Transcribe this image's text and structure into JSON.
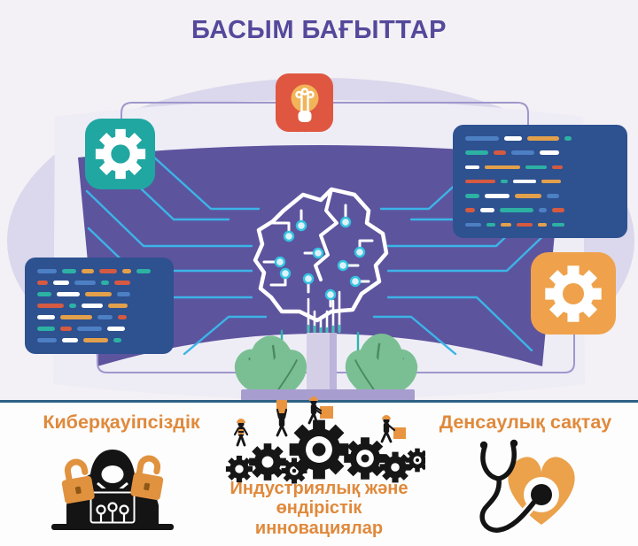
{
  "title": "БАСЫМ БАҒЫТТАР",
  "bottom": {
    "cyber": {
      "label": "Киберқауіпсіздік"
    },
    "industry": {
      "line1": "Индустриялық және",
      "line2": "өндірістік",
      "line3": "инновациялар"
    },
    "health": {
      "label": "Денсаулық сақтау"
    }
  },
  "colors": {
    "title_purple": "#54499b",
    "heading_orange": "#e0893b",
    "background_top": "#f3f1f5",
    "ellipse_lavender": "#dbd7ec",
    "screen_purple": "#5d549e",
    "monitor_bezel": "#eeedf6",
    "panel_blue": "#2e5190",
    "icon_teal": "#21a7a2",
    "icon_red": "#df5740",
    "icon_orange": "#efa24b",
    "circuit_blue": "#3cb4e7",
    "node_teal": "#35c3e0",
    "connector_purple": "#9f96cc",
    "divider_blue": "#2e6084",
    "plant_green": "#7abf93",
    "stand_purple": "#a79ecf",
    "lock_orange": "#e0923f",
    "bulb_yellow": "#f2b459",
    "code": {
      "b": "#4d7fc4",
      "w": "#ffffff",
      "o": "#e3a04b",
      "t": "#2cb1a3",
      "r": "#d45a41"
    }
  },
  "illustration": {
    "code_rows_left": [
      [
        [
          "b",
          22
        ],
        [
          "t",
          16
        ],
        [
          "o",
          14
        ],
        [
          "r",
          20
        ],
        [
          "o",
          10
        ],
        [
          "t",
          16
        ]
      ],
      [
        [
          "r",
          12
        ],
        [
          "w",
          18
        ],
        [
          "b",
          24
        ],
        [
          "t",
          9
        ],
        [
          "r",
          18
        ]
      ],
      [
        [
          "t",
          16
        ],
        [
          "w",
          26
        ],
        [
          "o",
          30
        ],
        [
          "b",
          15
        ]
      ],
      [
        [
          "r",
          30
        ],
        [
          "t",
          8
        ],
        [
          "w",
          24
        ],
        [
          "o",
          22
        ]
      ],
      [
        [
          "w",
          20
        ],
        [
          "o",
          36
        ],
        [
          "b",
          17
        ],
        [
          "r",
          10
        ]
      ],
      [
        [
          "t",
          20
        ],
        [
          "r",
          13
        ],
        [
          "b",
          28
        ],
        [
          "w",
          20
        ]
      ],
      [
        [
          "b",
          22
        ],
        [
          "w",
          18
        ],
        [
          "o",
          28
        ],
        [
          "t",
          9
        ]
      ]
    ],
    "code_rows_right": [
      [
        [
          "b",
          38
        ],
        [
          "w",
          20
        ],
        [
          "o",
          36
        ],
        [
          "t",
          8
        ]
      ],
      [
        [
          "t",
          26
        ],
        [
          "r",
          14
        ],
        [
          "b",
          26
        ],
        [
          "w",
          22
        ]
      ],
      [
        [
          "w",
          16
        ],
        [
          "o",
          40
        ],
        [
          "t",
          24
        ],
        [
          "r",
          12
        ]
      ],
      [
        [
          "r",
          34
        ],
        [
          "t",
          8
        ],
        [
          "w",
          26
        ],
        [
          "o",
          22
        ]
      ],
      [
        [
          "t",
          16
        ],
        [
          "w",
          28
        ],
        [
          "o",
          30
        ],
        [
          "b",
          14
        ]
      ],
      [
        [
          "r",
          11
        ],
        [
          "w",
          16
        ],
        [
          "t",
          38
        ],
        [
          "b",
          9
        ],
        [
          "r",
          14
        ]
      ],
      [
        [
          "b",
          18
        ],
        [
          "t",
          10
        ],
        [
          "o",
          12
        ],
        [
          "r",
          18
        ],
        [
          "o",
          10
        ],
        [
          "t",
          14
        ]
      ]
    ]
  }
}
